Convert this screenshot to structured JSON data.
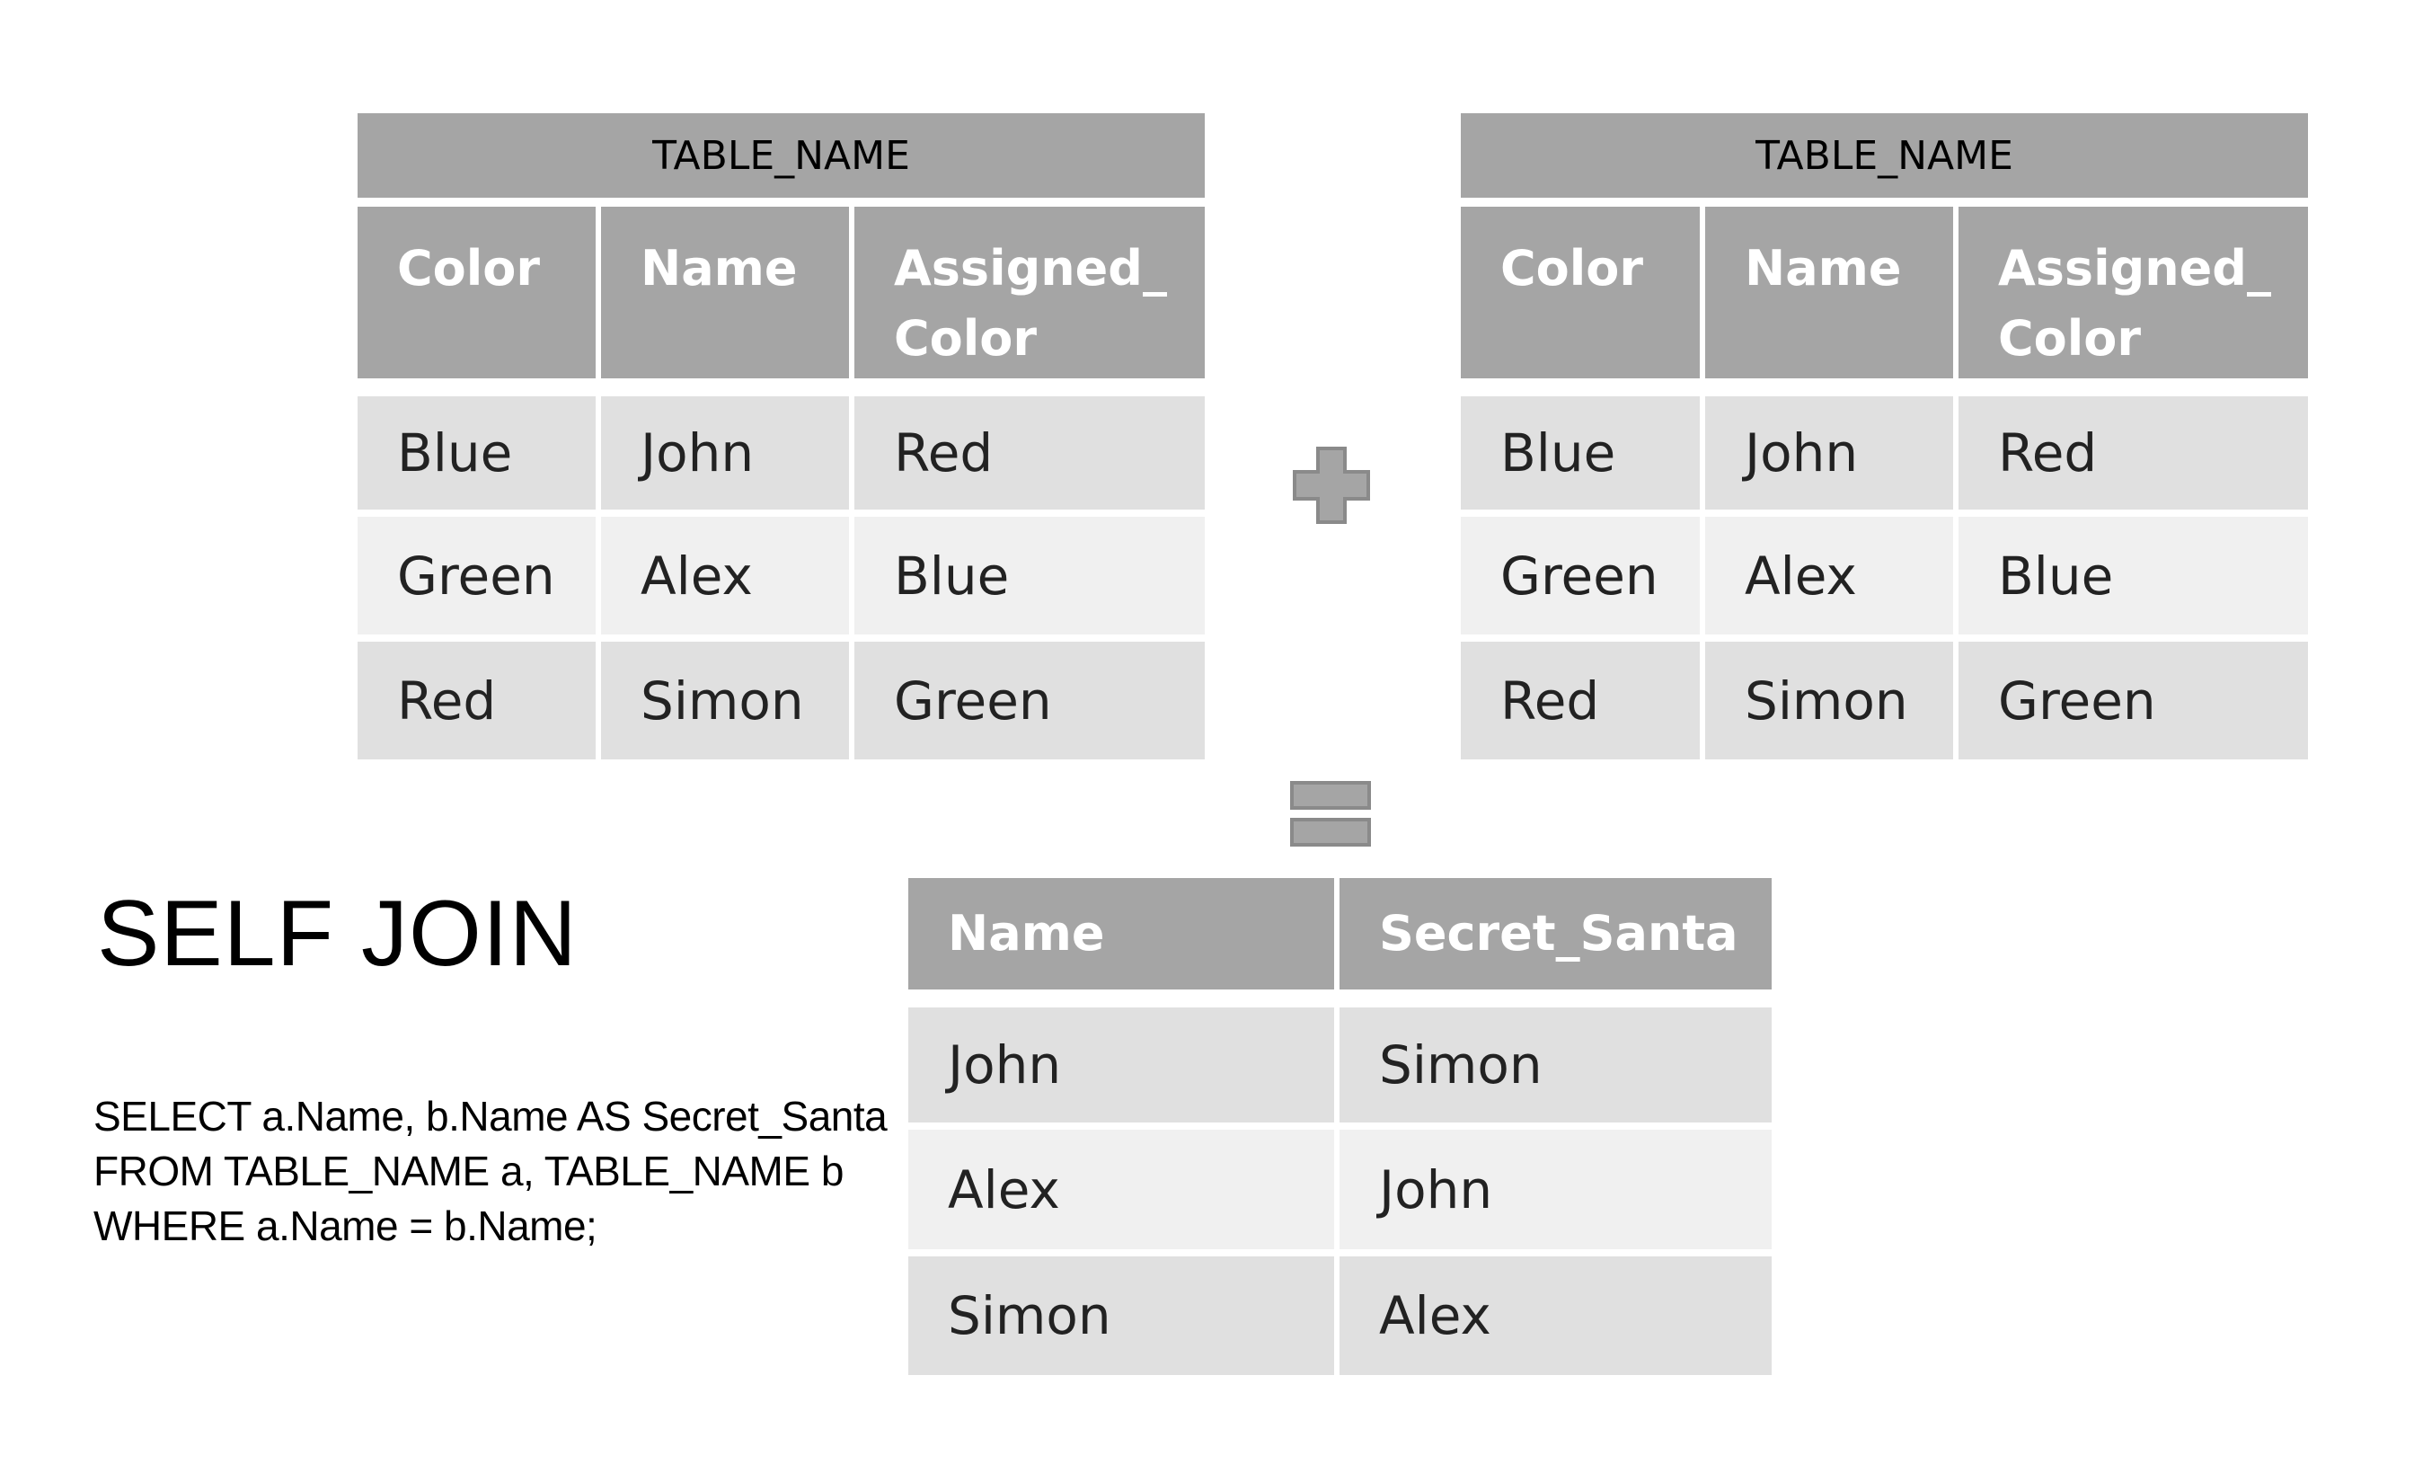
{
  "left_table": {
    "title": "TABLE_NAME",
    "headers": [
      "Color",
      "Name",
      "Assigned_\nColor"
    ],
    "rows": [
      [
        "Blue",
        "John",
        "Red"
      ],
      [
        "Green",
        "Alex",
        "Blue"
      ],
      [
        "Red",
        "Simon",
        "Green"
      ]
    ]
  },
  "right_table": {
    "title": "TABLE_NAME",
    "headers": [
      "Color",
      "Name",
      "Assigned_\nColor"
    ],
    "rows": [
      [
        "Blue",
        "John",
        "Red"
      ],
      [
        "Green",
        "Alex",
        "Blue"
      ],
      [
        "Red",
        "Simon",
        "Green"
      ]
    ]
  },
  "operators": {
    "plus_icon": "plus-icon",
    "equals_icon": "equals-icon"
  },
  "result_table": {
    "headers": [
      "Name",
      "Secret_Santa"
    ],
    "rows": [
      [
        "John",
        "Simon"
      ],
      [
        "Alex",
        "John"
      ],
      [
        "Simon",
        "Alex"
      ]
    ]
  },
  "heading": "SELF JOIN",
  "sql_lines": [
    "SELECT a.Name, b.Name AS Secret_Santa",
    "FROM TABLE_NAME a, TABLE_NAME b",
    "WHERE a.Name = b.Name;"
  ],
  "colors": {
    "header_gray": "#a5a5a5",
    "row_dark": "#e0e0e0",
    "row_light": "#f0f0f0",
    "operator_gray": "#a5a5a5"
  }
}
